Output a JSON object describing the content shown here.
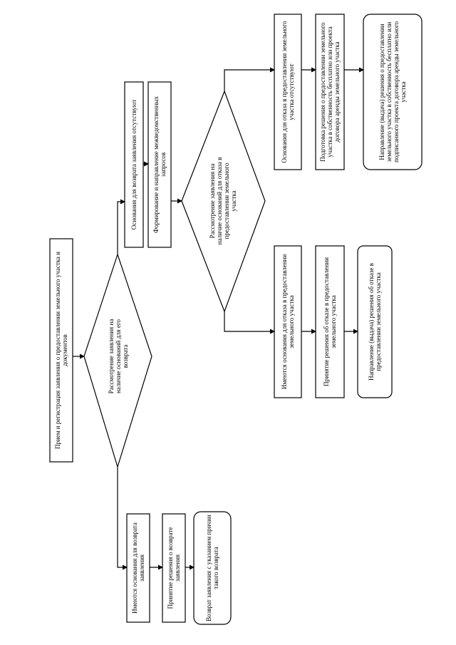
{
  "diagram": {
    "nodes": {
      "receive": "Прием и регистрация заявления о предоставлении земельного участка и документов",
      "check_return": "Рассмотрение заявления на наличие оснований для его возврата",
      "grounds_return": "Имеются основания для возврата заявления",
      "decision_return": "Принятие решения о возврате заявления",
      "return_app": "Возврат заявления с указанием причин такого возврата",
      "no_grounds_return": "Основания для возврата заявления отсутствуют",
      "interdept": "Формирование и направление межведомственных запросов",
      "check_refusal": "Рассмотрение заявления на наличие оснований для отказа в предоставлении земельного участка",
      "grounds_refusal": "Имеются основания для отказа в предоставлении земельного участка",
      "decision_refusal": "Принятие решения об отказе в предоставлении земельного участка",
      "send_refusal": "Направление (выдача) решения об отказе в предоставлении земельного участка",
      "no_grounds_refusal": "Основания для отказа в предоставлении земельного участка отсутствуют",
      "prepare_decision": "Подготовка решения о предоставлении земельного участка в собственность бесплатно или проекта договора аренды земельного участка",
      "send_decision": "Направление (выдача) решения о предоставлении земельного участка в собственность бесплатно или подписанного проекта договора аренды земельного участка"
    }
  }
}
